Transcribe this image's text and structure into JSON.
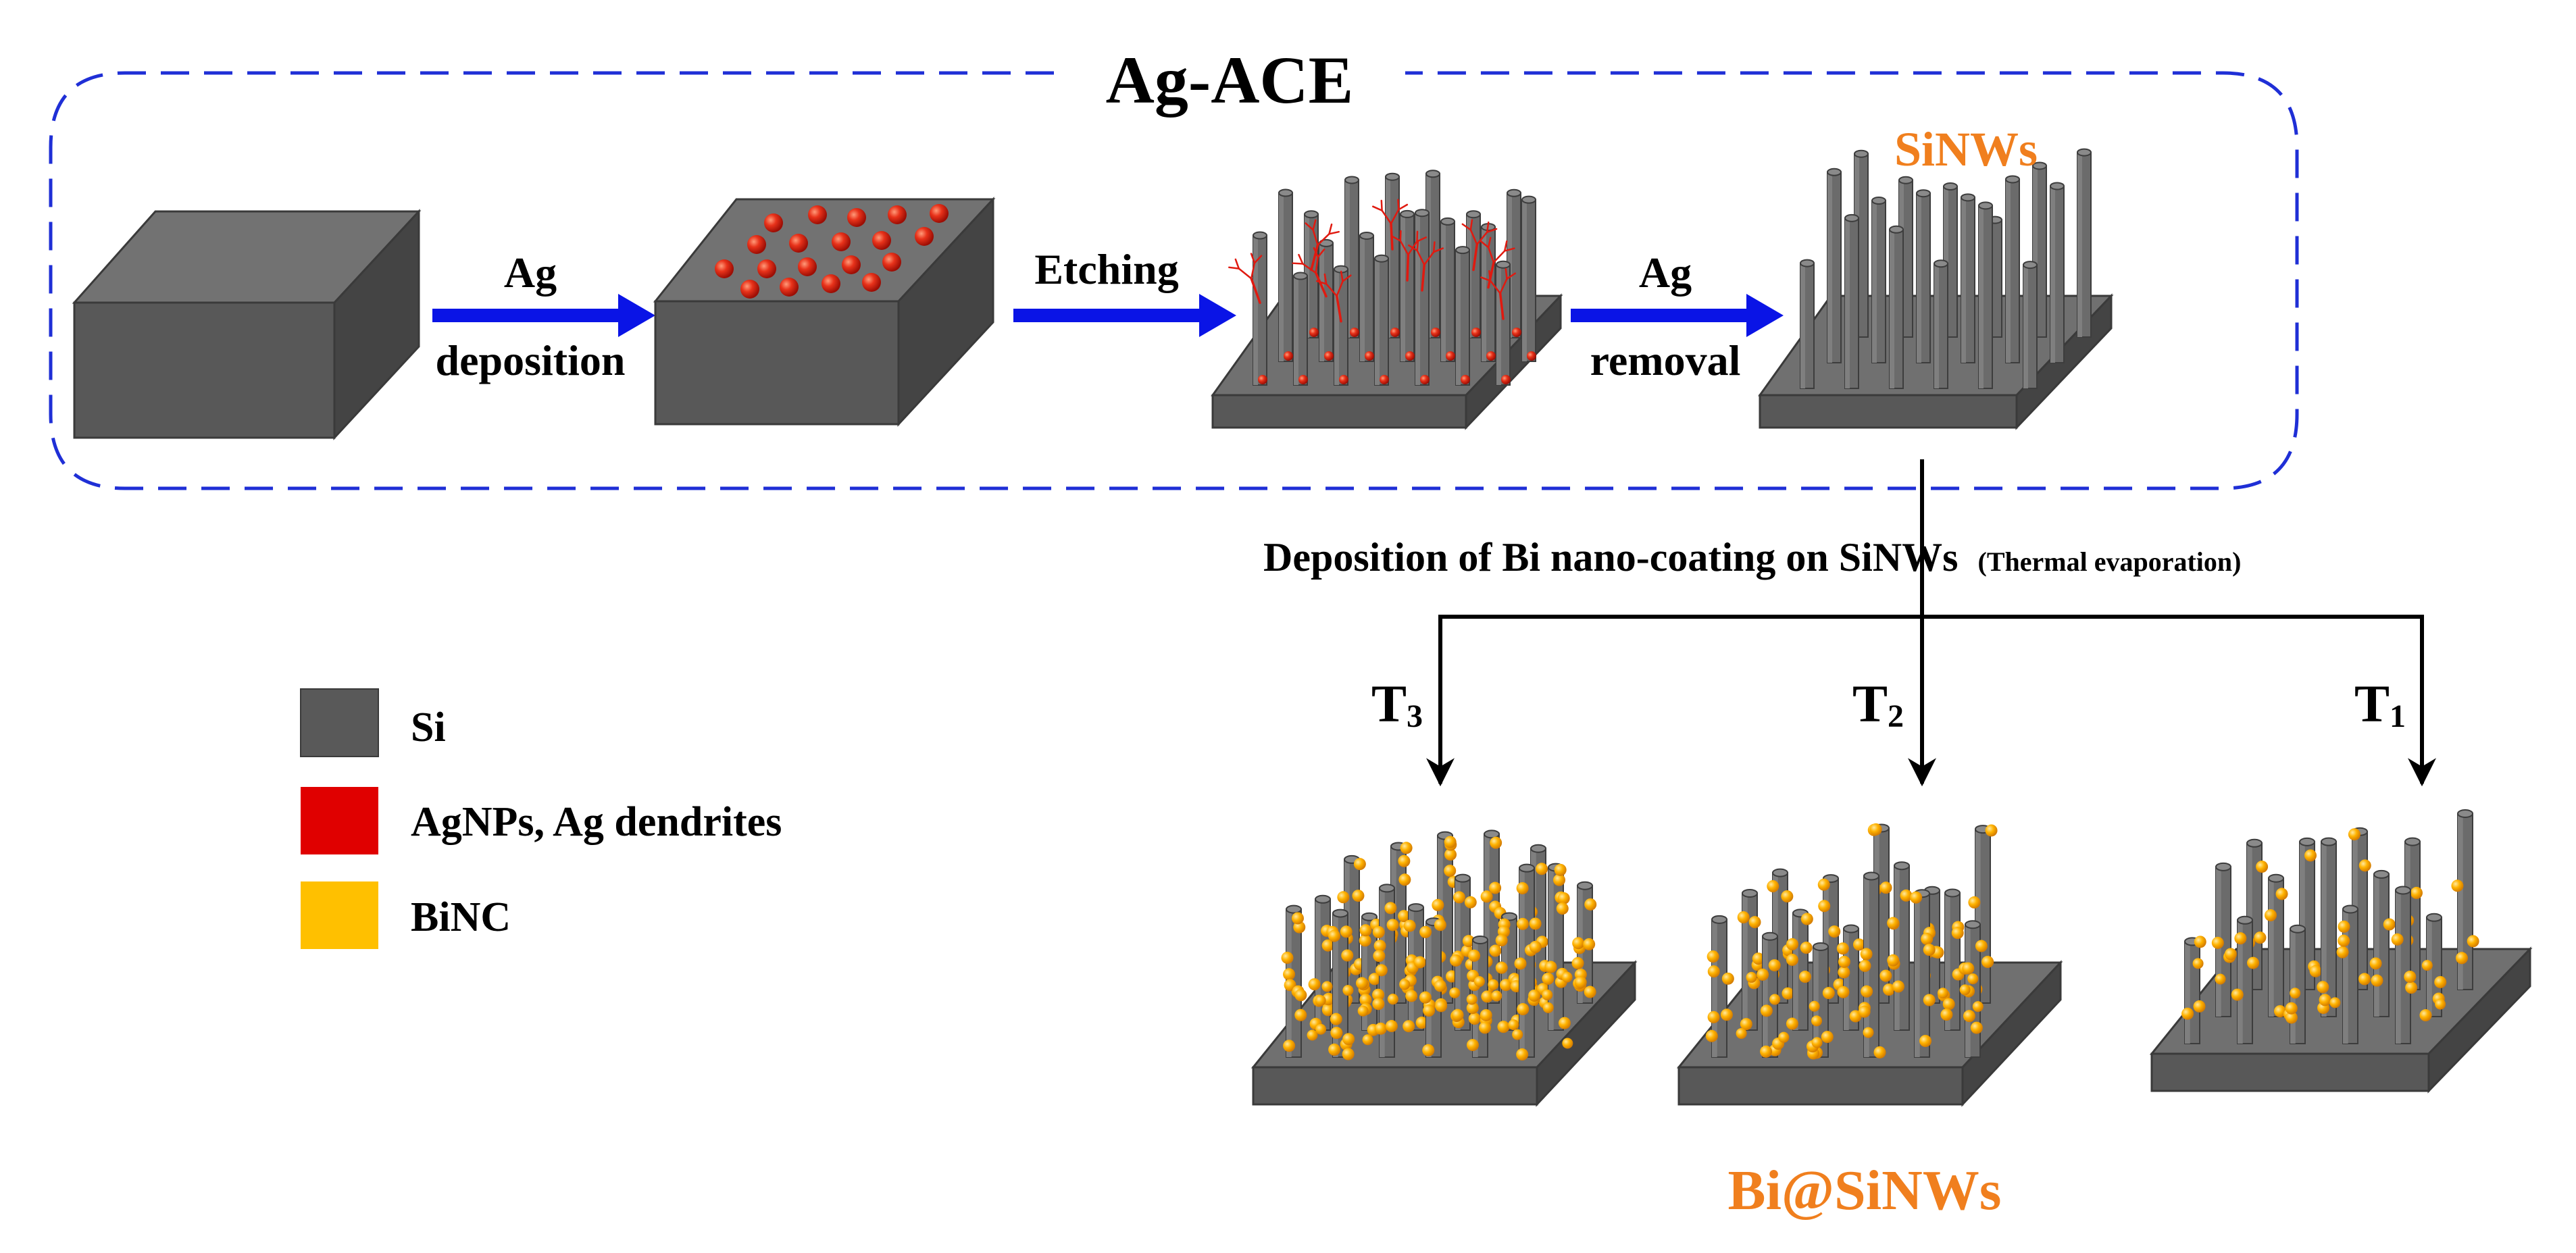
{
  "title": "Ag-ACE",
  "steps": {
    "ag_deposition": {
      "line1": "Ag",
      "line2": "deposition"
    },
    "etching": {
      "label": "Etching"
    },
    "ag_removal": {
      "line1": "Ag",
      "line2": "removal"
    },
    "sinws": {
      "label": "SiNWs"
    }
  },
  "deposition": {
    "main": "Deposition of Bi nano-coating on SiNWs",
    "note": "(Thermal evaporation)"
  },
  "temperatures": [
    {
      "base": "T",
      "sub": "3"
    },
    {
      "base": "T",
      "sub": "2"
    },
    {
      "base": "T",
      "sub": "1"
    }
  ],
  "product": {
    "label": "Bi@SiNWs"
  },
  "legend": [
    {
      "label": "Si",
      "color": "#595959"
    },
    {
      "label": "AgNPs, Ag dendrites",
      "color": "#e00000"
    },
    {
      "label": "BiNC",
      "color": "#ffc000"
    }
  ],
  "colors": {
    "frame": "#1f2fd6",
    "arrow": "#0a14e6",
    "si_front": "#585858",
    "si_top": "#6e6e6e",
    "si_side": "#434343",
    "accent_orange": "#f07f1e",
    "ag": "#d81c10",
    "bi": "#ffb300"
  }
}
